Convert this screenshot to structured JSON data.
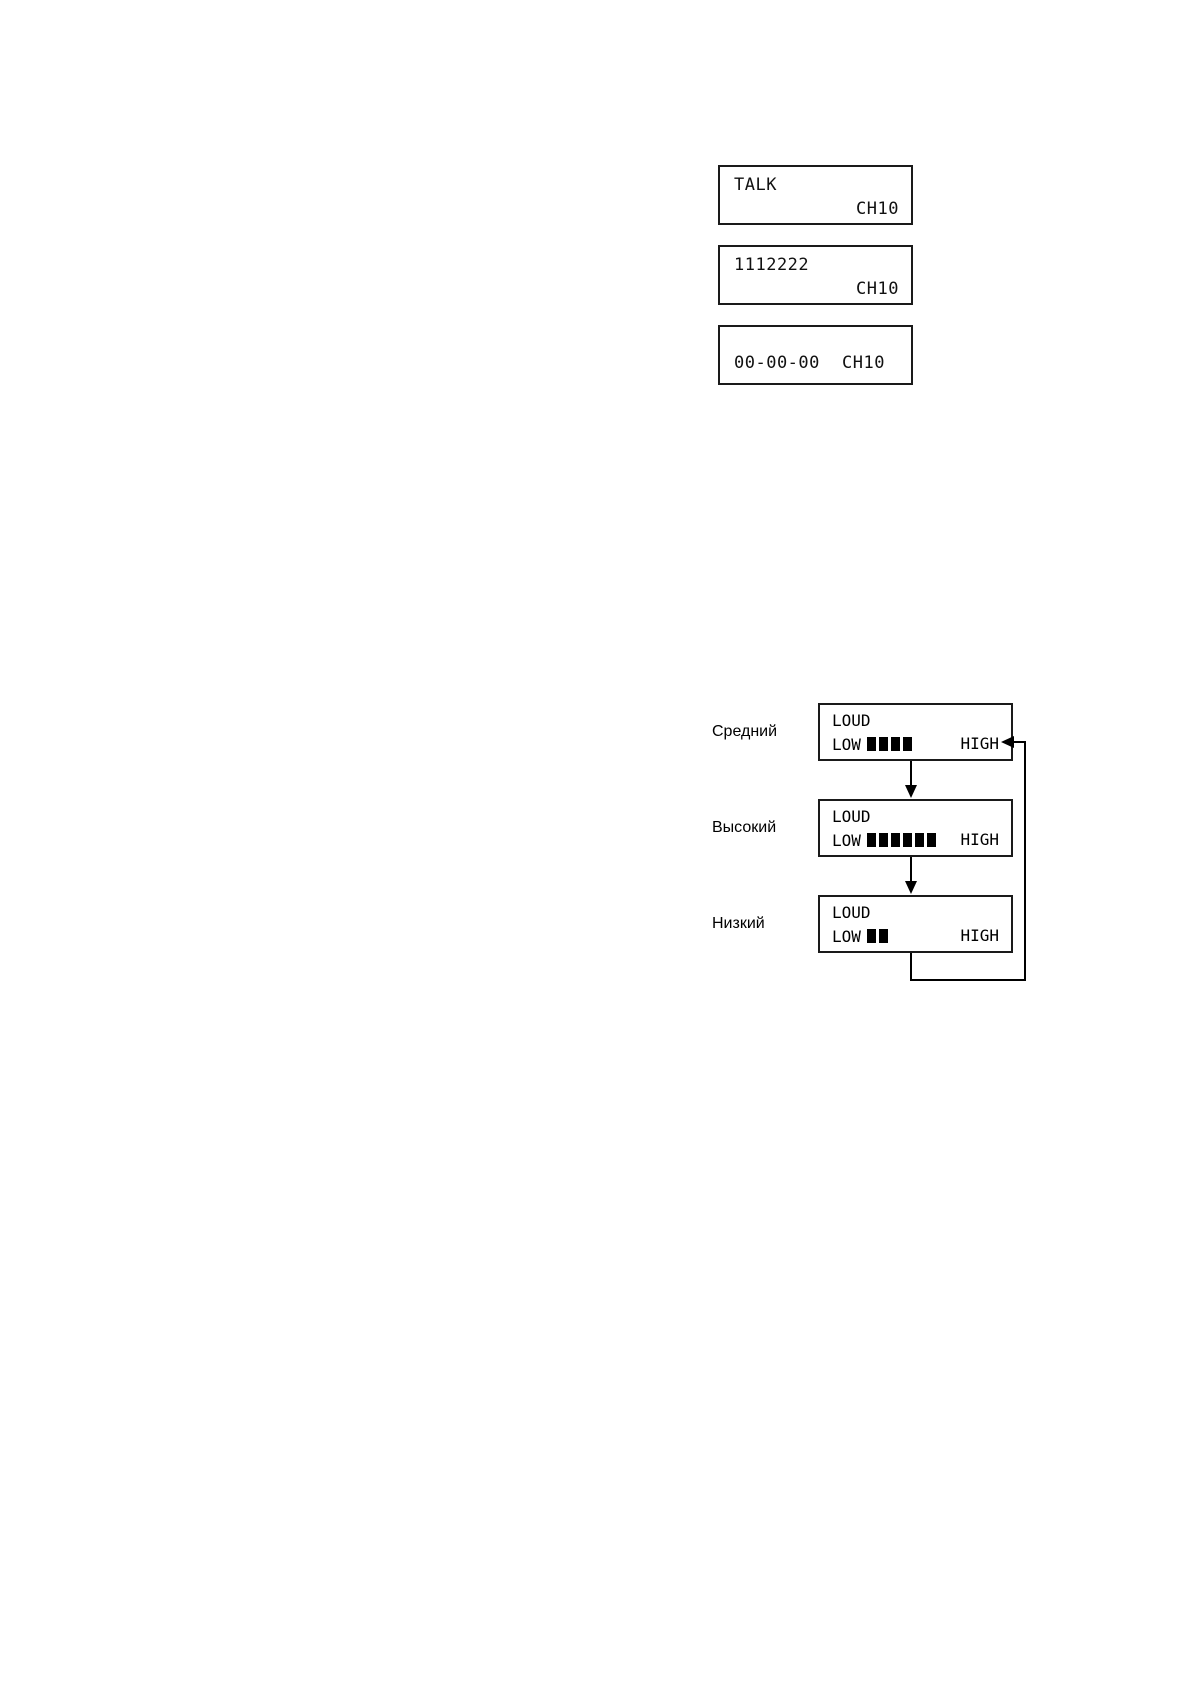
{
  "page": {
    "background": "#ffffff",
    "ink": "#000000"
  },
  "top_displays": {
    "name": "radio-status-displays",
    "items": [
      {
        "id": "talk-display",
        "line1": "TALK",
        "line2_right": "CH10"
      },
      {
        "id": "id-display",
        "line1": "1112222",
        "line2_right": "CH10"
      },
      {
        "id": "timer-display",
        "single_left": "00-00-00",
        "single_right": "CH10"
      }
    ]
  },
  "volume_flow": {
    "name": "loudness-level-cycle",
    "rows": [
      {
        "id": "medium",
        "label": "Средний",
        "loud_label": "LOUD",
        "low_label": "LOW",
        "high_label": "HIGH",
        "bars": 4,
        "max_bars": 7
      },
      {
        "id": "high",
        "label": "Высокий",
        "loud_label": "LOUD",
        "low_label": "LOW",
        "high_label": "HIGH",
        "bars": 6,
        "max_bars": 7
      },
      {
        "id": "low",
        "label": "Низкий",
        "loud_label": "LOUD",
        "low_label": "LOW",
        "high_label": "HIGH",
        "bars": 2,
        "max_bars": 7
      }
    ],
    "flow_direction": "cycles downward then loops back to the first row"
  }
}
